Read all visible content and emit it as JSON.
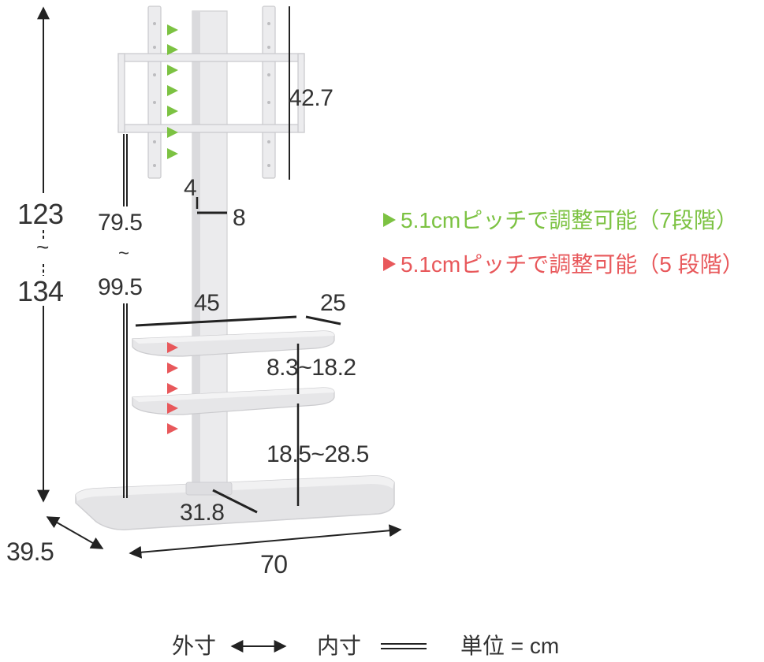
{
  "dimensions": {
    "total_height_min": "123",
    "total_height_sep": "~",
    "total_height_max": "134",
    "tv_center_min": "79.5",
    "tv_center_sep": "~",
    "tv_center_max": "99.5",
    "bracket_height": "42.7",
    "pole_depth": "4",
    "pole_width": "8",
    "shelf_width": "45",
    "shelf_depth": "25",
    "shelf_gap": "8.3~18.2",
    "shelf_height": "18.5~28.5",
    "base_depth_inner": "31.8",
    "base_depth": "39.5",
    "base_width": "70"
  },
  "legend": {
    "green_text": "5.1cmピッチで調整可能（7段階）",
    "red_text": "5.1cmピッチで調整可能（5 段階）"
  },
  "footer": {
    "outer_label": "外寸",
    "inner_label": "内寸",
    "unit_label": "単位 = cm"
  },
  "colors": {
    "green": "#7cc242",
    "red": "#e8585b",
    "line": "#222222",
    "product": "#e6e6e8"
  }
}
